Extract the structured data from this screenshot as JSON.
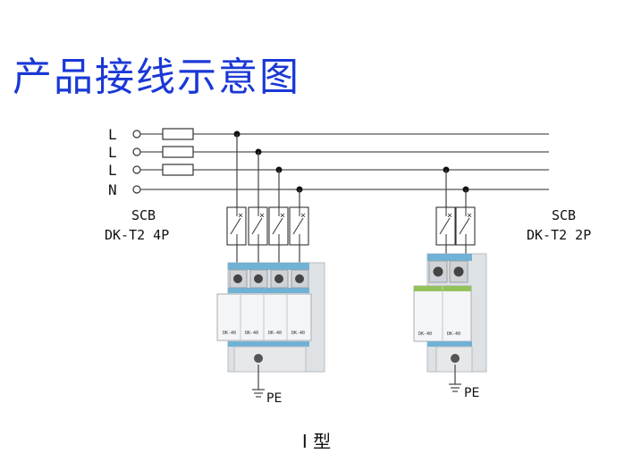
{
  "title": "产品接线示意图",
  "lines": [
    {
      "label": "L"
    },
    {
      "label": "L"
    },
    {
      "label": "L"
    },
    {
      "label": "N"
    }
  ],
  "device_4p": {
    "line1": "SCB",
    "line2": "DK-T2 4P",
    "ground_label": "PE"
  },
  "device_2p": {
    "line1": "SCB",
    "line2": "DK-T2 2P",
    "ground_label": "PE"
  },
  "module_text": "DK-40",
  "footer": "I 型",
  "colors": {
    "title": "#1a38d6",
    "wire": "#444444",
    "device_body": "#dcdfe3",
    "device_accent": "#4f9fc8"
  }
}
